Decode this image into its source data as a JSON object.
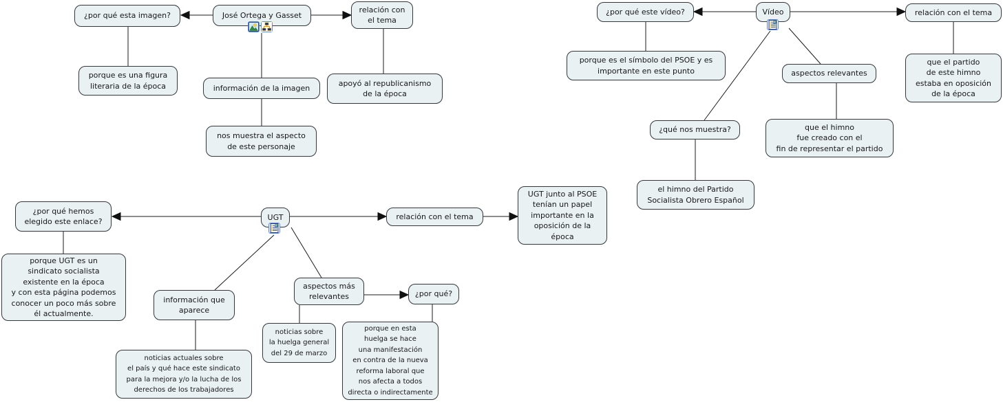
{
  "canvas": {
    "background": "#ffffff",
    "node_fill": "#eaf1f3",
    "node_border": "#33373c",
    "edge_color": "#1b1b1b",
    "text_color": "#15161c",
    "icon_frame_color": "#5b8bd0"
  },
  "icons": {
    "jose_resources": [
      "image-icon",
      "concept-map-icon"
    ],
    "video_resource": "document-icon",
    "ugt_resource": "document-icon"
  },
  "maps": {
    "jose": {
      "root": "José Ortega y Gasset",
      "why_image": "¿por qué esta imagen?",
      "why_image_answer": "porque es una figura\nliteraria de la época",
      "image_info": "información de la imagen",
      "image_info_answer": "nos muestra el aspecto\nde este personaje",
      "relation": "relación con\nel tema",
      "relation_answer": "apoyó al republicanismo\nde la época"
    },
    "video": {
      "root": "Vídeo",
      "why_video": "¿por qué este vídeo?",
      "why_video_answer": "porque es el símbolo del PSOE y es\nimportante en este punto",
      "shows": "¿qué nos muestra?",
      "shows_answer": "el himno del Partido\nSocialista Obrero Español",
      "aspects": "aspectos relevantes",
      "aspects_answer": "que el himno\nfue creado con el\nfin de representar el partido",
      "relation": "relación con el tema",
      "relation_answer": "que el partido\nde este himno\nestaba en oposición\nde la época"
    },
    "ugt": {
      "root": "UGT",
      "why_link": "¿por qué hemos\nelegido este enlace?",
      "why_link_answer": "porque UGT es un\nsindicato socialista\nexistente en la época\ny con esta página podemos\nconocer un poco más sobre\nél actualmente.",
      "info": "información que\naparece",
      "info_answer": "noticias actuales sobre\nel país y qué hace este sindicato\npara la mejora y/o la lucha de los\nderechos de los trabajadores",
      "aspects": "aspectos más\nrelevantes",
      "aspects_answer": "noticias sobre\nla huelga general\ndel 29 de marzo",
      "why": "¿por qué?",
      "why_answer": "porque en esta\nhuelga se hace\nuna manifestación\nen contra de la nueva\nreforma laboral que\nnos afecta a todos\ndirecta o indirectamente",
      "relation": "relación con el tema",
      "relation_answer": "UGT junto al PSOE\ntenían un papel\nimportante en la\noposición de la\népoca"
    }
  }
}
